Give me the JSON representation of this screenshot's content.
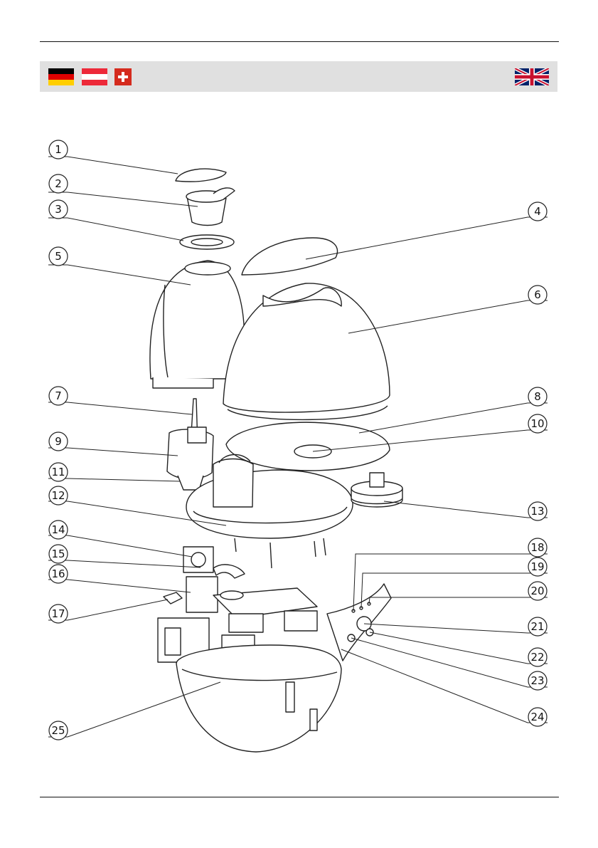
{
  "flags": [
    {
      "icon": "germany-flag-icon",
      "colors": [
        "#000000",
        "#dd0000",
        "#ffce00"
      ]
    },
    {
      "icon": "austria-flag-icon",
      "colors": [
        "#ed2939",
        "#ffffff",
        "#ed2939"
      ]
    },
    {
      "icon": "switzerland-flag-icon",
      "colors": [
        "#d52b1e",
        "#ffffff"
      ]
    },
    {
      "icon": "uk-flag-icon",
      "colors": [
        "#012169",
        "#ffffff",
        "#c8102e"
      ]
    }
  ],
  "diagram": {
    "callouts": [
      {
        "number": "1"
      },
      {
        "number": "2"
      },
      {
        "number": "3"
      },
      {
        "number": "4"
      },
      {
        "number": "5"
      },
      {
        "number": "6"
      },
      {
        "number": "7"
      },
      {
        "number": "8"
      },
      {
        "number": "9"
      },
      {
        "number": "10"
      },
      {
        "number": "11"
      },
      {
        "number": "12"
      },
      {
        "number": "13"
      },
      {
        "number": "14"
      },
      {
        "number": "15"
      },
      {
        "number": "16"
      },
      {
        "number": "17"
      },
      {
        "number": "18"
      },
      {
        "number": "19"
      },
      {
        "number": "20"
      },
      {
        "number": "21"
      },
      {
        "number": "22"
      },
      {
        "number": "23"
      },
      {
        "number": "24"
      },
      {
        "number": "25"
      }
    ]
  }
}
